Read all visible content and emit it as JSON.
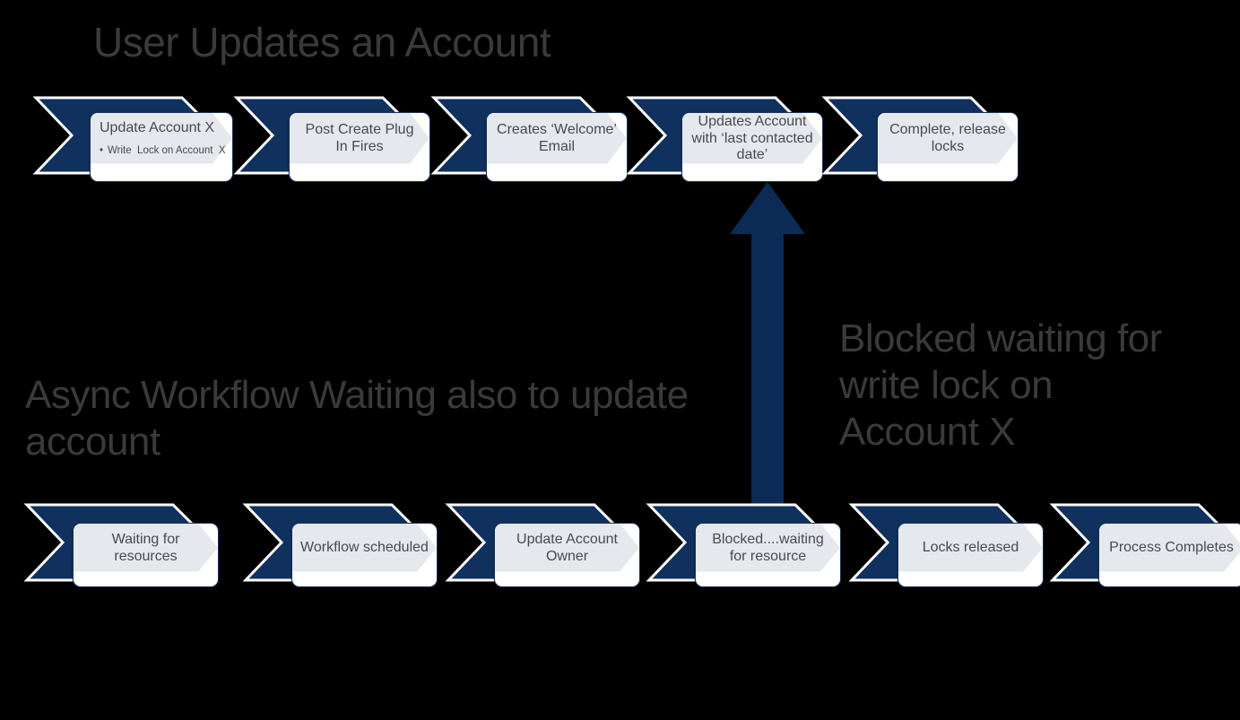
{
  "meta": {
    "background_color": "#000000",
    "chevron_color": "#10305e",
    "chevron_outline_color": "#ffffff",
    "card_fill_color": "#ffffff",
    "card_border_color": "#18325c",
    "card_band_color": "#e5e8ed",
    "heading_color": "#3a3a3c",
    "card_text_color": "#4a4a4c",
    "arrow_color": "#0b2a55"
  },
  "headings": {
    "top_title": "User Updates an Account",
    "async_label": "Async Workflow Waiting also to update account",
    "blocked_label": "Blocked waiting for write lock on Account X"
  },
  "top_process": {
    "name": "User Updates an Account",
    "steps": [
      {
        "id": "update-account-x",
        "title": "Update Account X",
        "bullets": [
          "Write  Lock on Account  X"
        ],
        "align": "left"
      },
      {
        "id": "post-create-plug-in-fires",
        "title": "Post Create Plug In Fires",
        "bullets": [],
        "align": "center"
      },
      {
        "id": "creates-welcome-email",
        "title": "Creates ‘Welcome’ Email",
        "bullets": [],
        "align": "center"
      },
      {
        "id": "updates-account-last-contacted-date",
        "title": "Updates Account with ‘last contacted date’",
        "bullets": [],
        "align": "center"
      },
      {
        "id": "complete-release-locks",
        "title": "Complete, release locks",
        "bullets": [],
        "align": "center"
      }
    ]
  },
  "bottom_process": {
    "name": "Async Workflow Waiting also to update account",
    "steps": [
      {
        "id": "waiting-for-resources",
        "title": "Waiting for resources",
        "bullets": [],
        "align": "center"
      },
      {
        "id": "workflow-scheduled",
        "title": "Workflow scheduled",
        "bullets": [],
        "align": "center"
      },
      {
        "id": "update-account-owner",
        "title": "Update Account Owner",
        "bullets": [],
        "align": "center"
      },
      {
        "id": "blocked-waiting-for-resource",
        "title": "Blocked....waiting for resource",
        "bullets": [],
        "align": "center"
      },
      {
        "id": "locks-released",
        "title": "Locks released",
        "bullets": [],
        "align": "center"
      },
      {
        "id": "process-completes",
        "title": "Process Completes",
        "bullets": [],
        "align": "center"
      }
    ]
  },
  "connector": {
    "id": "blocked-write-lock-arrow",
    "icon": "up-arrow-icon",
    "direction": "up",
    "from_step": "blocked-waiting-for-resource",
    "to_step": "updates-account-last-contacted-date",
    "annotation": "Blocked waiting for write lock on Account X"
  }
}
